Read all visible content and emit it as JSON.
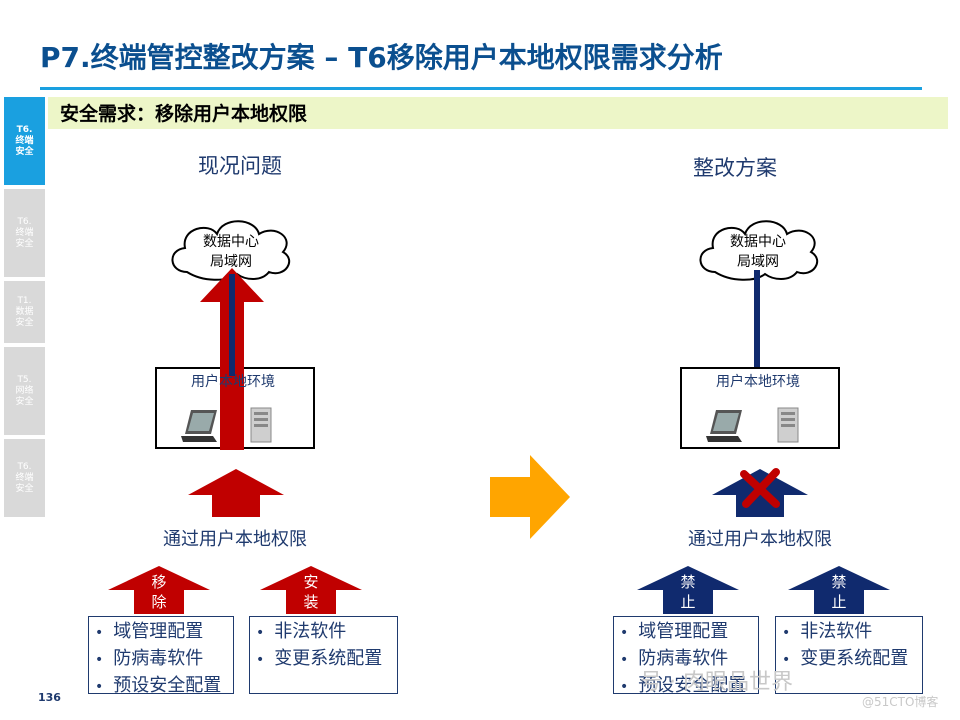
{
  "title": "P7.终端管控整改方案 – T6移除用户本地权限需求分析",
  "sidebar": {
    "tabs": [
      {
        "label": "T6.\n终端\n安全",
        "active": true
      },
      {
        "label": "T6.\n终端\n安全",
        "active": false
      },
      {
        "label": "T1.\n数据\n安全",
        "active": false
      },
      {
        "label": "T5.\n网络\n安全",
        "active": false
      },
      {
        "label": "T6.\n终端\n安全",
        "active": false
      }
    ]
  },
  "requirement": "安全需求：移除用户本地权限",
  "current": {
    "heading": "现况问题",
    "cloud_line1": "数据中心",
    "cloud_line2": "局域网",
    "env_label": "用户本地环境",
    "caption": "通过用户本地权限",
    "arrow_left": "移\n除",
    "arrow_right": "安\n装",
    "list_left": [
      "域管理配置",
      "防病毒软件",
      "预设安全配置"
    ],
    "list_right": [
      "非法软件",
      "变更系统配置"
    ]
  },
  "solution": {
    "heading": "整改方案",
    "cloud_line1": "数据中心",
    "cloud_line2": "局域网",
    "env_label": "用户本地环境",
    "caption": "通过用户本地权限",
    "arrow_left": "禁\n止",
    "arrow_right": "禁\n止",
    "list_left": [
      "域管理配置",
      "防病毒软件",
      "预设安全配置"
    ],
    "list_right": [
      "非法软件",
      "变更系统配置"
    ]
  },
  "page_number": "136",
  "watermark": "号 · 肉眼品世界",
  "watermark_small": "@51CTO博客",
  "colors": {
    "title": "#0b4f8f",
    "accent": "#1aa0e0",
    "red_arrow": "#c00000",
    "navy_arrow": "#102a6e",
    "transition_arrow": "#ffa500",
    "requirement_bg": "#edf6c8"
  }
}
